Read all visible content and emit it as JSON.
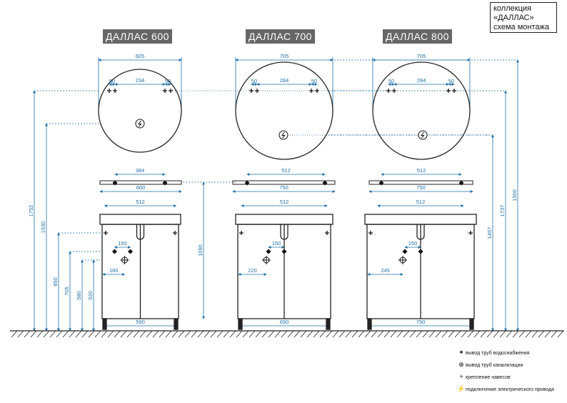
{
  "title_box": [
    "коллекция",
    "«ДАЛЛАС»",
    "схема монтажа"
  ],
  "models": [
    {
      "label": "ДАЛЛАС 600",
      "mirror_width": "605",
      "mount_offset": "50",
      "mount_gap": "234",
      "shelf_mount": "384",
      "shelf_width": "600",
      "basin_width": "512",
      "pipe_gap": "150",
      "drain_offset": "180",
      "base_width": "590"
    },
    {
      "label": "ДАЛЛАС 700",
      "mirror_width": "705",
      "mount_offset": "50",
      "mount_gap": "284",
      "shelf_mount": "512",
      "shelf_width": "750",
      "basin_width": "512",
      "pipe_gap": "150",
      "drain_offset": "220",
      "base_width": "690"
    },
    {
      "label": "ДАЛЛАС 800",
      "mirror_width": "705",
      "mount_offset": "50",
      "mount_gap": "284",
      "shelf_mount": "512",
      "shelf_width": "750",
      "basin_width": "512",
      "pipe_gap": "150",
      "drain_offset": "245",
      "base_width": "790"
    }
  ],
  "heights_left": [
    "1752",
    "1530",
    "850",
    "705",
    "580",
    "520"
  ],
  "heights_mid": "1090",
  "heights_right": [
    "1457",
    "1737",
    "1900"
  ],
  "legend": [
    {
      "icon": "water-pipe-icon",
      "glyph": "✦",
      "text": "вывод труб водоснабжения"
    },
    {
      "icon": "drain-pipe-icon",
      "glyph": "⊕",
      "text": "вывод труб канализации"
    },
    {
      "icon": "mount-icon",
      "glyph": "+",
      "text": "крепление навесов"
    },
    {
      "icon": "electric-icon",
      "glyph": "⚡",
      "text": "подключение электрического провода"
    }
  ],
  "colors": {
    "dimension": "#1f6fa8",
    "outline": "#222222",
    "tag": "#666666"
  }
}
